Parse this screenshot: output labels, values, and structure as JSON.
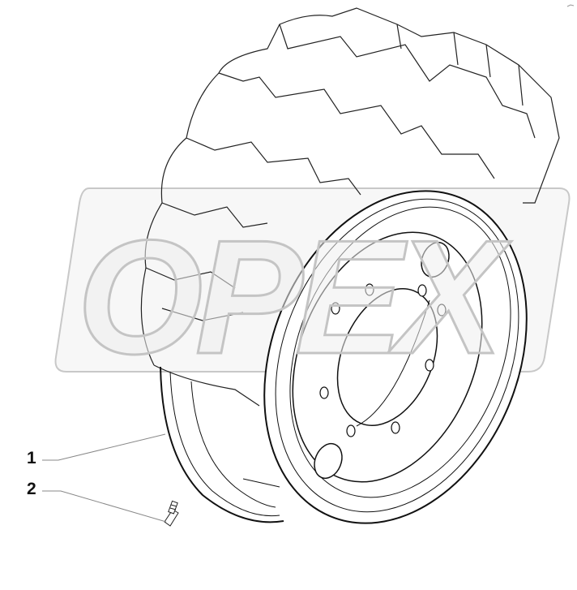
{
  "diagram": {
    "watermark": "OPEX",
    "callouts": [
      {
        "label": "1",
        "part": "wheel-rim"
      },
      {
        "label": "2",
        "part": "tire-valve"
      }
    ],
    "colors": {
      "line": "#111111",
      "leader": "#888888",
      "watermark_fill": "#efefef",
      "watermark_stroke": "#c4c4c4"
    }
  }
}
